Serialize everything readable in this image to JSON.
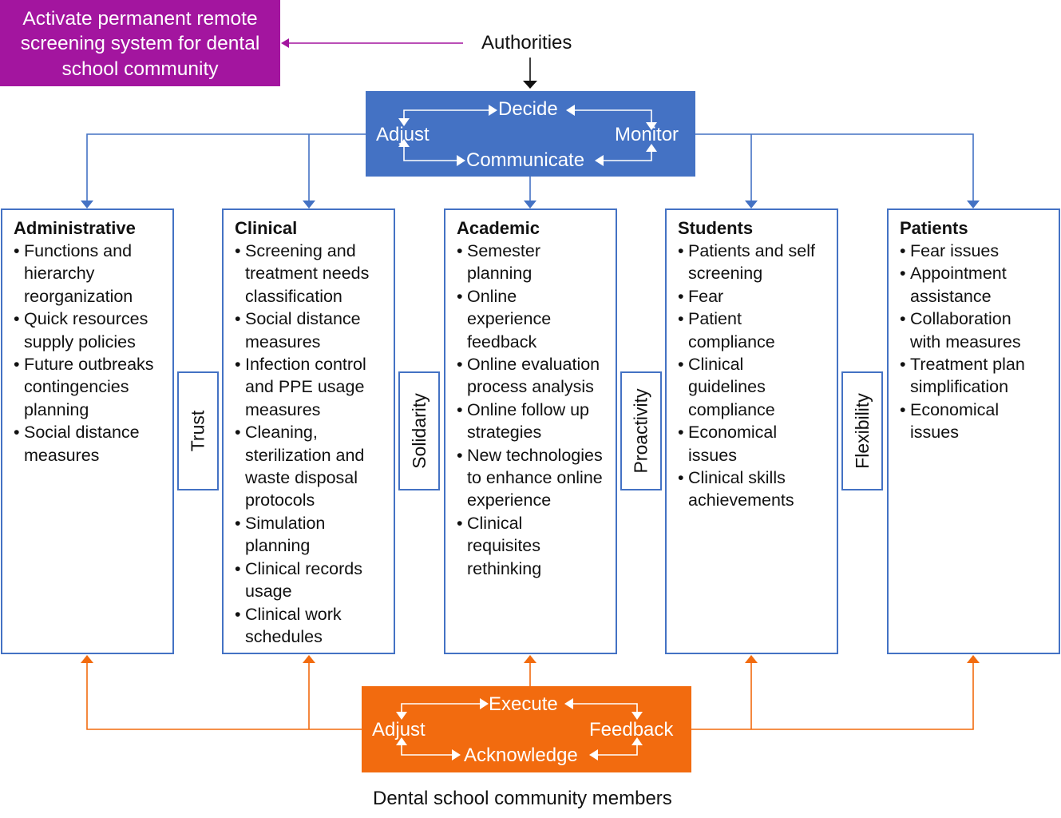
{
  "colors": {
    "authority_blue": "#4472c4",
    "community_orange": "#f26b0f",
    "action_purple": "#a3159f",
    "text": "#111111"
  },
  "action_box": {
    "text": "Activate permanent remote screening system for dental school community"
  },
  "top_label": "Authorities",
  "bottom_label": "Dental school community members",
  "authorities_cycle": {
    "top": "Decide",
    "left": "Adjust",
    "right": "Monitor",
    "bottom": "Communicate"
  },
  "community_cycle": {
    "top": "Execute",
    "left": "Adjust",
    "right": "Feedback",
    "bottom": "Acknowledge"
  },
  "categories": [
    {
      "title": "Administrative",
      "items": [
        "Functions and hierarchy reorganization",
        "Quick resources supply policies",
        "Future outbreaks contingencies planning",
        "Social distance measures"
      ]
    },
    {
      "title": "Clinical",
      "items": [
        "Screening and treatment needs classification",
        "Social distance measures",
        "Infection control and PPE usage measures",
        "Cleaning, sterilization and waste disposal protocols",
        "Simulation planning",
        "Clinical records usage",
        "Clinical work schedules"
      ]
    },
    {
      "title": "Academic",
      "items": [
        "Semester planning",
        "Online experience feedback",
        "Online evaluation process analysis",
        "Online follow up strategies",
        "New technologies to enhance online experience",
        "Clinical requisites rethinking"
      ]
    },
    {
      "title": "Students",
      "items": [
        "Patients and self screening",
        "Fear",
        "Patient compliance",
        "Clinical guidelines compliance",
        "Economical issues",
        "Clinical skills achievements"
      ]
    },
    {
      "title": "Patients",
      "items": [
        "Fear issues",
        "Appointment assistance",
        "Collaboration with measures",
        "Treatment plan simplification",
        "Economical issues"
      ]
    }
  ],
  "values": [
    "Trust",
    "Solidarity",
    "Proactivity",
    "Flexibility"
  ]
}
